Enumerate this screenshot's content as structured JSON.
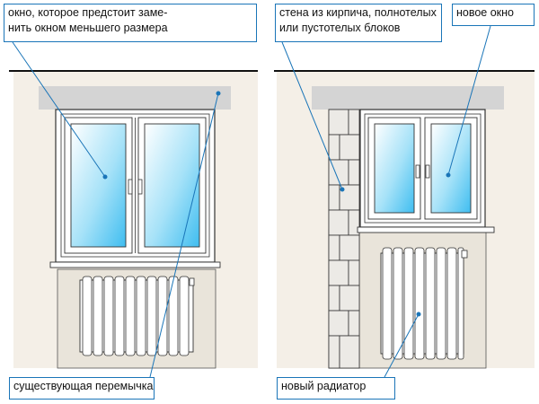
{
  "labels": {
    "replace": [
      "окно, которое предстоит заме-",
      "нить окном меньшего размера"
    ],
    "wall": [
      "стена из кирпича, полнотелых",
      "или пустотелых блоков"
    ],
    "new_window": "новое окно",
    "existing_lintel": "существующая перемычка",
    "new_radiator": "новый радиатор"
  },
  "colors": {
    "wall": "#f4efe7",
    "lintel": "#d2d2d2",
    "glass_top": "#ffffff",
    "glass_bottom": "#4fc3f2",
    "frame": "#ffffff",
    "outline": "#3a3a3a",
    "leader": "#1a75b8"
  }
}
